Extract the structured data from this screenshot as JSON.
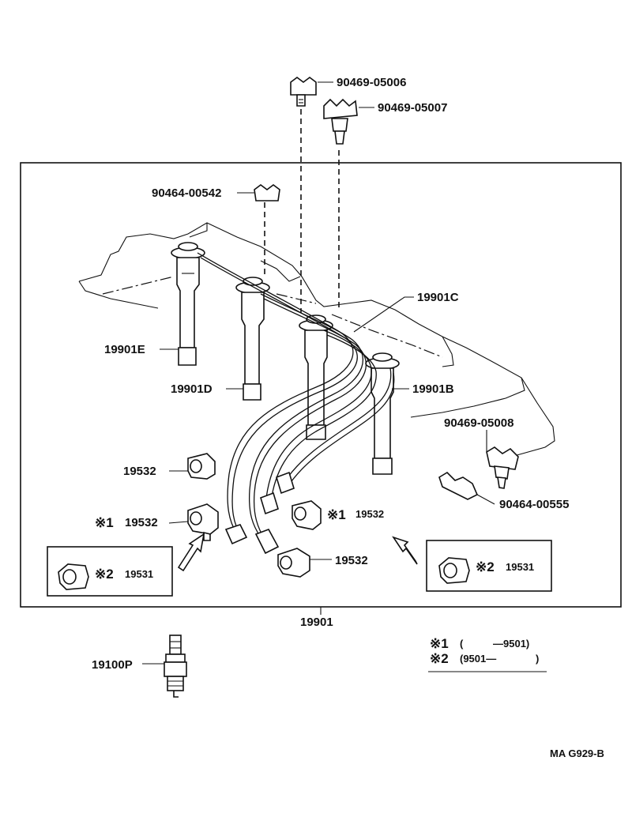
{
  "callouts": {
    "clamp_top_1": "90469-05006",
    "clamp_top_2": "90469-05007",
    "clamp_small": "90464-00542",
    "cord_c": "19901C",
    "cord_e": "19901E",
    "cord_d": "19901D",
    "cord_b": "19901B",
    "clamp_right_1": "90469-05008",
    "clamp_right_2": "90464-00555",
    "boot_left": "19532",
    "boot_left_note": "19532",
    "boot_right_note": "19532",
    "boot_bottom": "19532",
    "boot_alt_left": "19531",
    "boot_alt_right": "19531",
    "assembly": "19901",
    "spark_plug": "19100P"
  },
  "notes": {
    "mark1": "※1",
    "mark2": "※2",
    "legend_1_open": "(",
    "legend_1_range": "—9501)",
    "legend_2_range": "(9501—",
    "legend_2_close": ")"
  },
  "footer": {
    "code": "MA  G929-B"
  }
}
